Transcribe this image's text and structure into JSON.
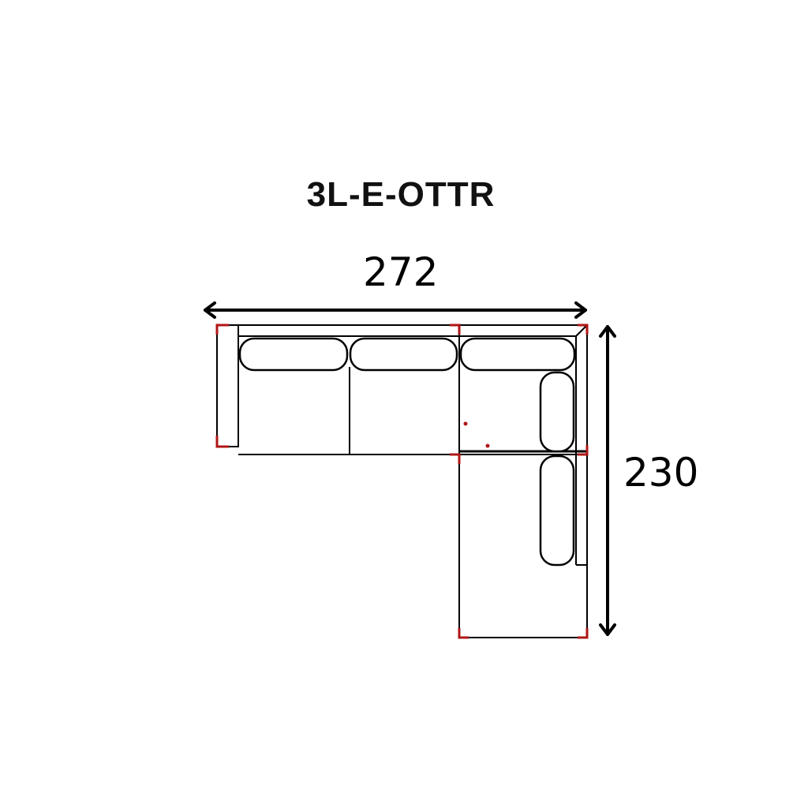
{
  "diagram": {
    "model_code": "3L-E-OTTR",
    "width_label": "272",
    "depth_label": "230"
  },
  "colors": {
    "outline": "#000000",
    "corner_mark": "#b01515",
    "background": "#ffffff"
  }
}
